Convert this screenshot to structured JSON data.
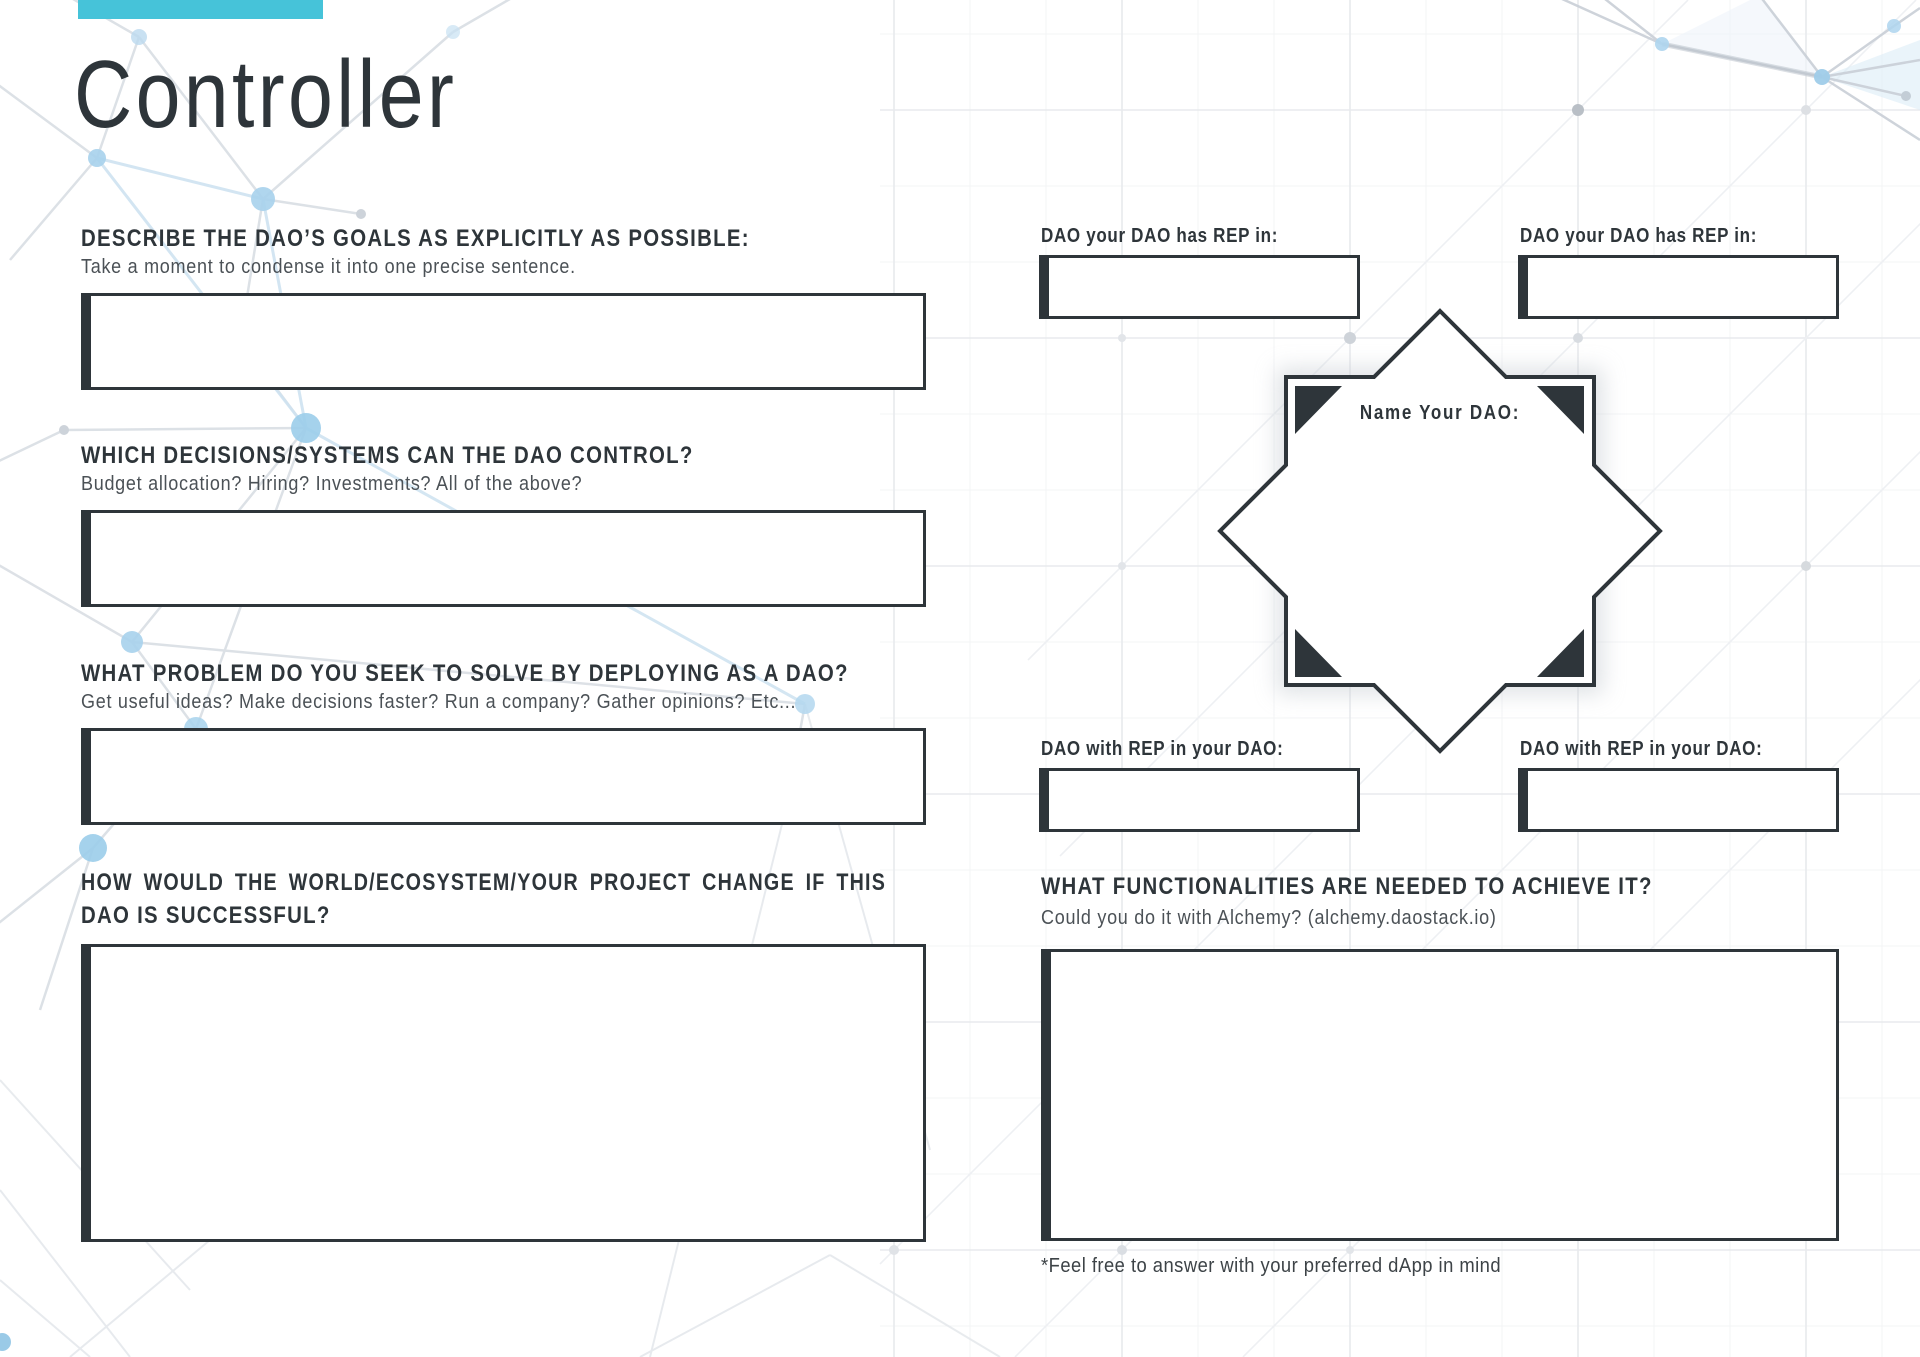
{
  "header": {
    "title": "Controller"
  },
  "questions_left": [
    {
      "heading": "DESCRIBE THE DAO’S GOALS AS EXPLICITLY AS POSSIBLE:",
      "subtitle": "Take a moment to condense it into one precise sentence."
    },
    {
      "heading": "WHICH DECISIONS/SYSTEMS CAN THE DAO CONTROL?",
      "subtitle": "Budget allocation? Hiring? Investments? All of the above?"
    },
    {
      "heading": "WHAT PROBLEM DO YOU SEEK TO SOLVE BY DEPLOYING AS A DAO?",
      "subtitle": "Get useful ideas? Make decisions faster? Run a company? Gather opinions? Etc..."
    },
    {
      "heading_line1": "HOW WOULD THE WORLD/ECOSYSTEM/YOUR PROJECT CHANGE IF THIS",
      "heading_line2": "DAO IS SUCCESSFUL?"
    }
  ],
  "right_column": {
    "rep_in_label_1": "DAO your DAO has REP in:",
    "rep_in_label_2": "DAO your DAO has REP in:",
    "star_label": "Name Your DAO:",
    "rep_from_label_1": "DAO with REP in your DAO:",
    "rep_from_label_2": "DAO with REP in your DAO:",
    "functionalities_heading": "WHAT FUNCTIONALITIES ARE NEEDED TO ACHIEVE IT?",
    "functionalities_subtitle": "Could you do it with Alchemy? (alchemy.daostack.io)",
    "footnote": "*Feel free to answer with your preferred dApp in mind"
  },
  "fields": {
    "goals": "",
    "decisions": "",
    "problem": "",
    "world_change": "",
    "rep_in_1": "",
    "rep_in_2": "",
    "rep_from_1": "",
    "rep_from_2": "",
    "dao_name": "",
    "functionalities": ""
  },
  "colors": {
    "accent_teal": "#46c3d9",
    "ink": "#2e353a",
    "subtitle_gray": "#4b5156",
    "node_blue": "#a7d2ec",
    "line_gray": "#d7dce2",
    "grid_gray": "#e8eaed"
  }
}
